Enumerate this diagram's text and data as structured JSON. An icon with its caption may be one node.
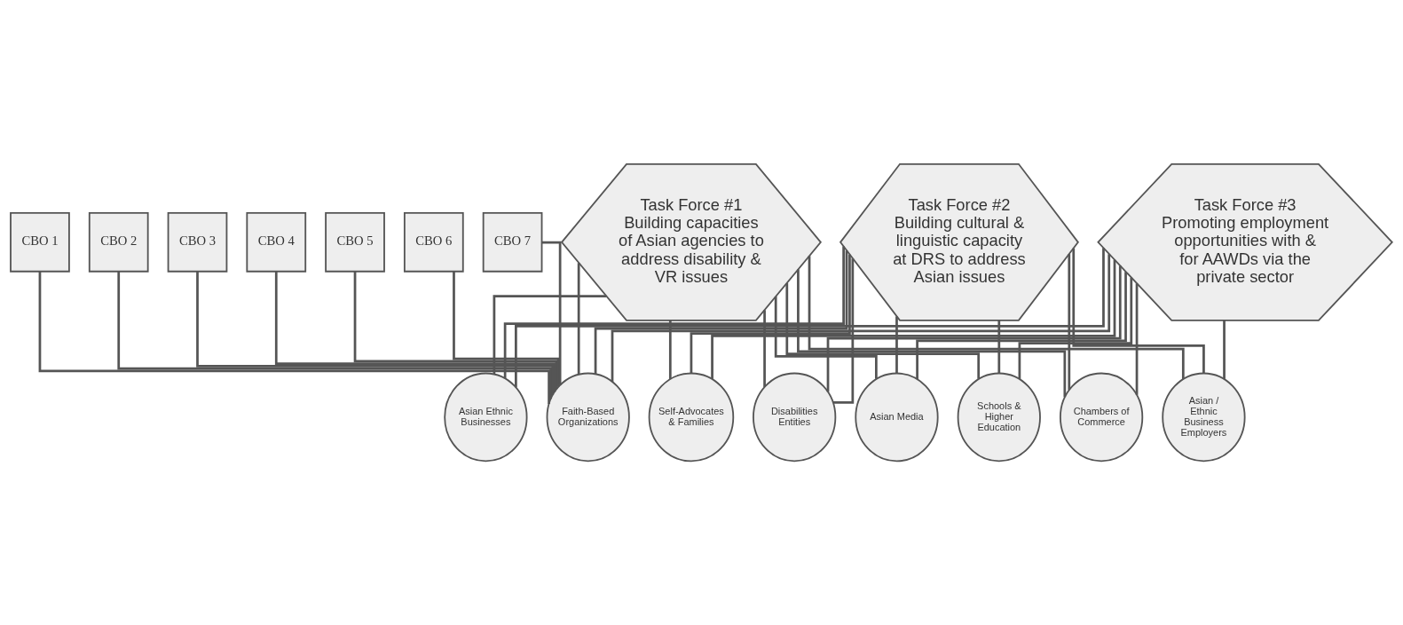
{
  "diagram": {
    "nodes": [
      {
        "text": [
          "Task Force #1 Building capacities of Asian agencies to address disability & VR issues"
        ]
      },
      {
        "text": [
          "Task Force #2 Building cultural & linguistic capacity at DRS to address Asian issues"
        ]
      },
      {
        "text": [
          "Task Force #3 Promoting employment opportunities with & for AAWDs via the private sector"
        ]
      },
      {
        "text": [
          "CBO 1"
        ]
      },
      {
        "text": [
          "CBO 2"
        ]
      },
      {
        "text": [
          "CBO 3"
        ]
      },
      {
        "text": [
          "CBO 4"
        ]
      },
      {
        "text": [
          "CBO 5"
        ]
      },
      {
        "text": [
          "CBO 6"
        ]
      },
      {
        "text": [
          "CBO 7"
        ]
      },
      {
        "text": [
          "Asian Ethnic Businesses"
        ]
      },
      {
        "text": [
          "Faith-Based Organizations"
        ]
      },
      {
        "text": [
          "Self-Advocates & Families"
        ]
      },
      {
        "text": [
          "Disabilities Entities"
        ]
      },
      {
        "text": [
          "Asian Media"
        ]
      },
      {
        "text": [
          "Schools & Higher Education"
        ]
      },
      {
        "text": [
          "Chambers of Commerce"
        ]
      },
      {
        "text": [
          "Asian / Ethnic Business Employers"
        ]
      }
    ],
    "edges": [
      {
        "from": 0,
        "to": 10,
        "arrow": "none"
      },
      {
        "from": 0,
        "to": 11,
        "arrow": "none"
      },
      {
        "from": 0,
        "to": 12,
        "arrow": "none"
      },
      {
        "from": 0,
        "to": 13,
        "arrow": "none"
      },
      {
        "from": 0,
        "to": 14,
        "arrow": "none"
      },
      {
        "from": 0,
        "to": 15,
        "arrow": "none"
      },
      {
        "from": 0,
        "to": 16,
        "arrow": "none"
      },
      {
        "from": 0,
        "to": 17,
        "arrow": "none"
      },
      {
        "from": 1,
        "to": 10,
        "arrow": "none"
      },
      {
        "from": 1,
        "to": 11,
        "arrow": "none"
      },
      {
        "from": 1,
        "to": 12,
        "arrow": "none"
      },
      {
        "from": 1,
        "to": 13,
        "arrow": "none"
      },
      {
        "from": 1,
        "to": 14,
        "arrow": "none"
      },
      {
        "from": 1,
        "to": 15,
        "arrow": "none"
      },
      {
        "from": 1,
        "to": 16,
        "arrow": "none"
      },
      {
        "from": 1,
        "to": 17,
        "arrow": "none"
      },
      {
        "from": 2,
        "to": 10,
        "arrow": "none"
      },
      {
        "from": 2,
        "to": 11,
        "arrow": "none"
      },
      {
        "from": 2,
        "to": 12,
        "arrow": "none"
      },
      {
        "from": 2,
        "to": 13,
        "arrow": "none"
      },
      {
        "from": 2,
        "to": 14,
        "arrow": "none"
      },
      {
        "from": 2,
        "to": 15,
        "arrow": "none"
      },
      {
        "from": 2,
        "to": 16,
        "arrow": "none"
      },
      {
        "from": 2,
        "to": 17,
        "arrow": "none"
      },
      {
        "from": 3,
        "to": 11,
        "arrow": "none"
      },
      {
        "from": 4,
        "to": 11,
        "arrow": "none"
      },
      {
        "from": 5,
        "to": 11,
        "arrow": "none"
      },
      {
        "from": 6,
        "to": 11,
        "arrow": "none"
      },
      {
        "from": 7,
        "to": 11,
        "arrow": "none"
      },
      {
        "from": 8,
        "to": 11,
        "arrow": "none"
      },
      {
        "from": 9,
        "to": 11,
        "arrow": "none"
      }
    ]
  }
}
